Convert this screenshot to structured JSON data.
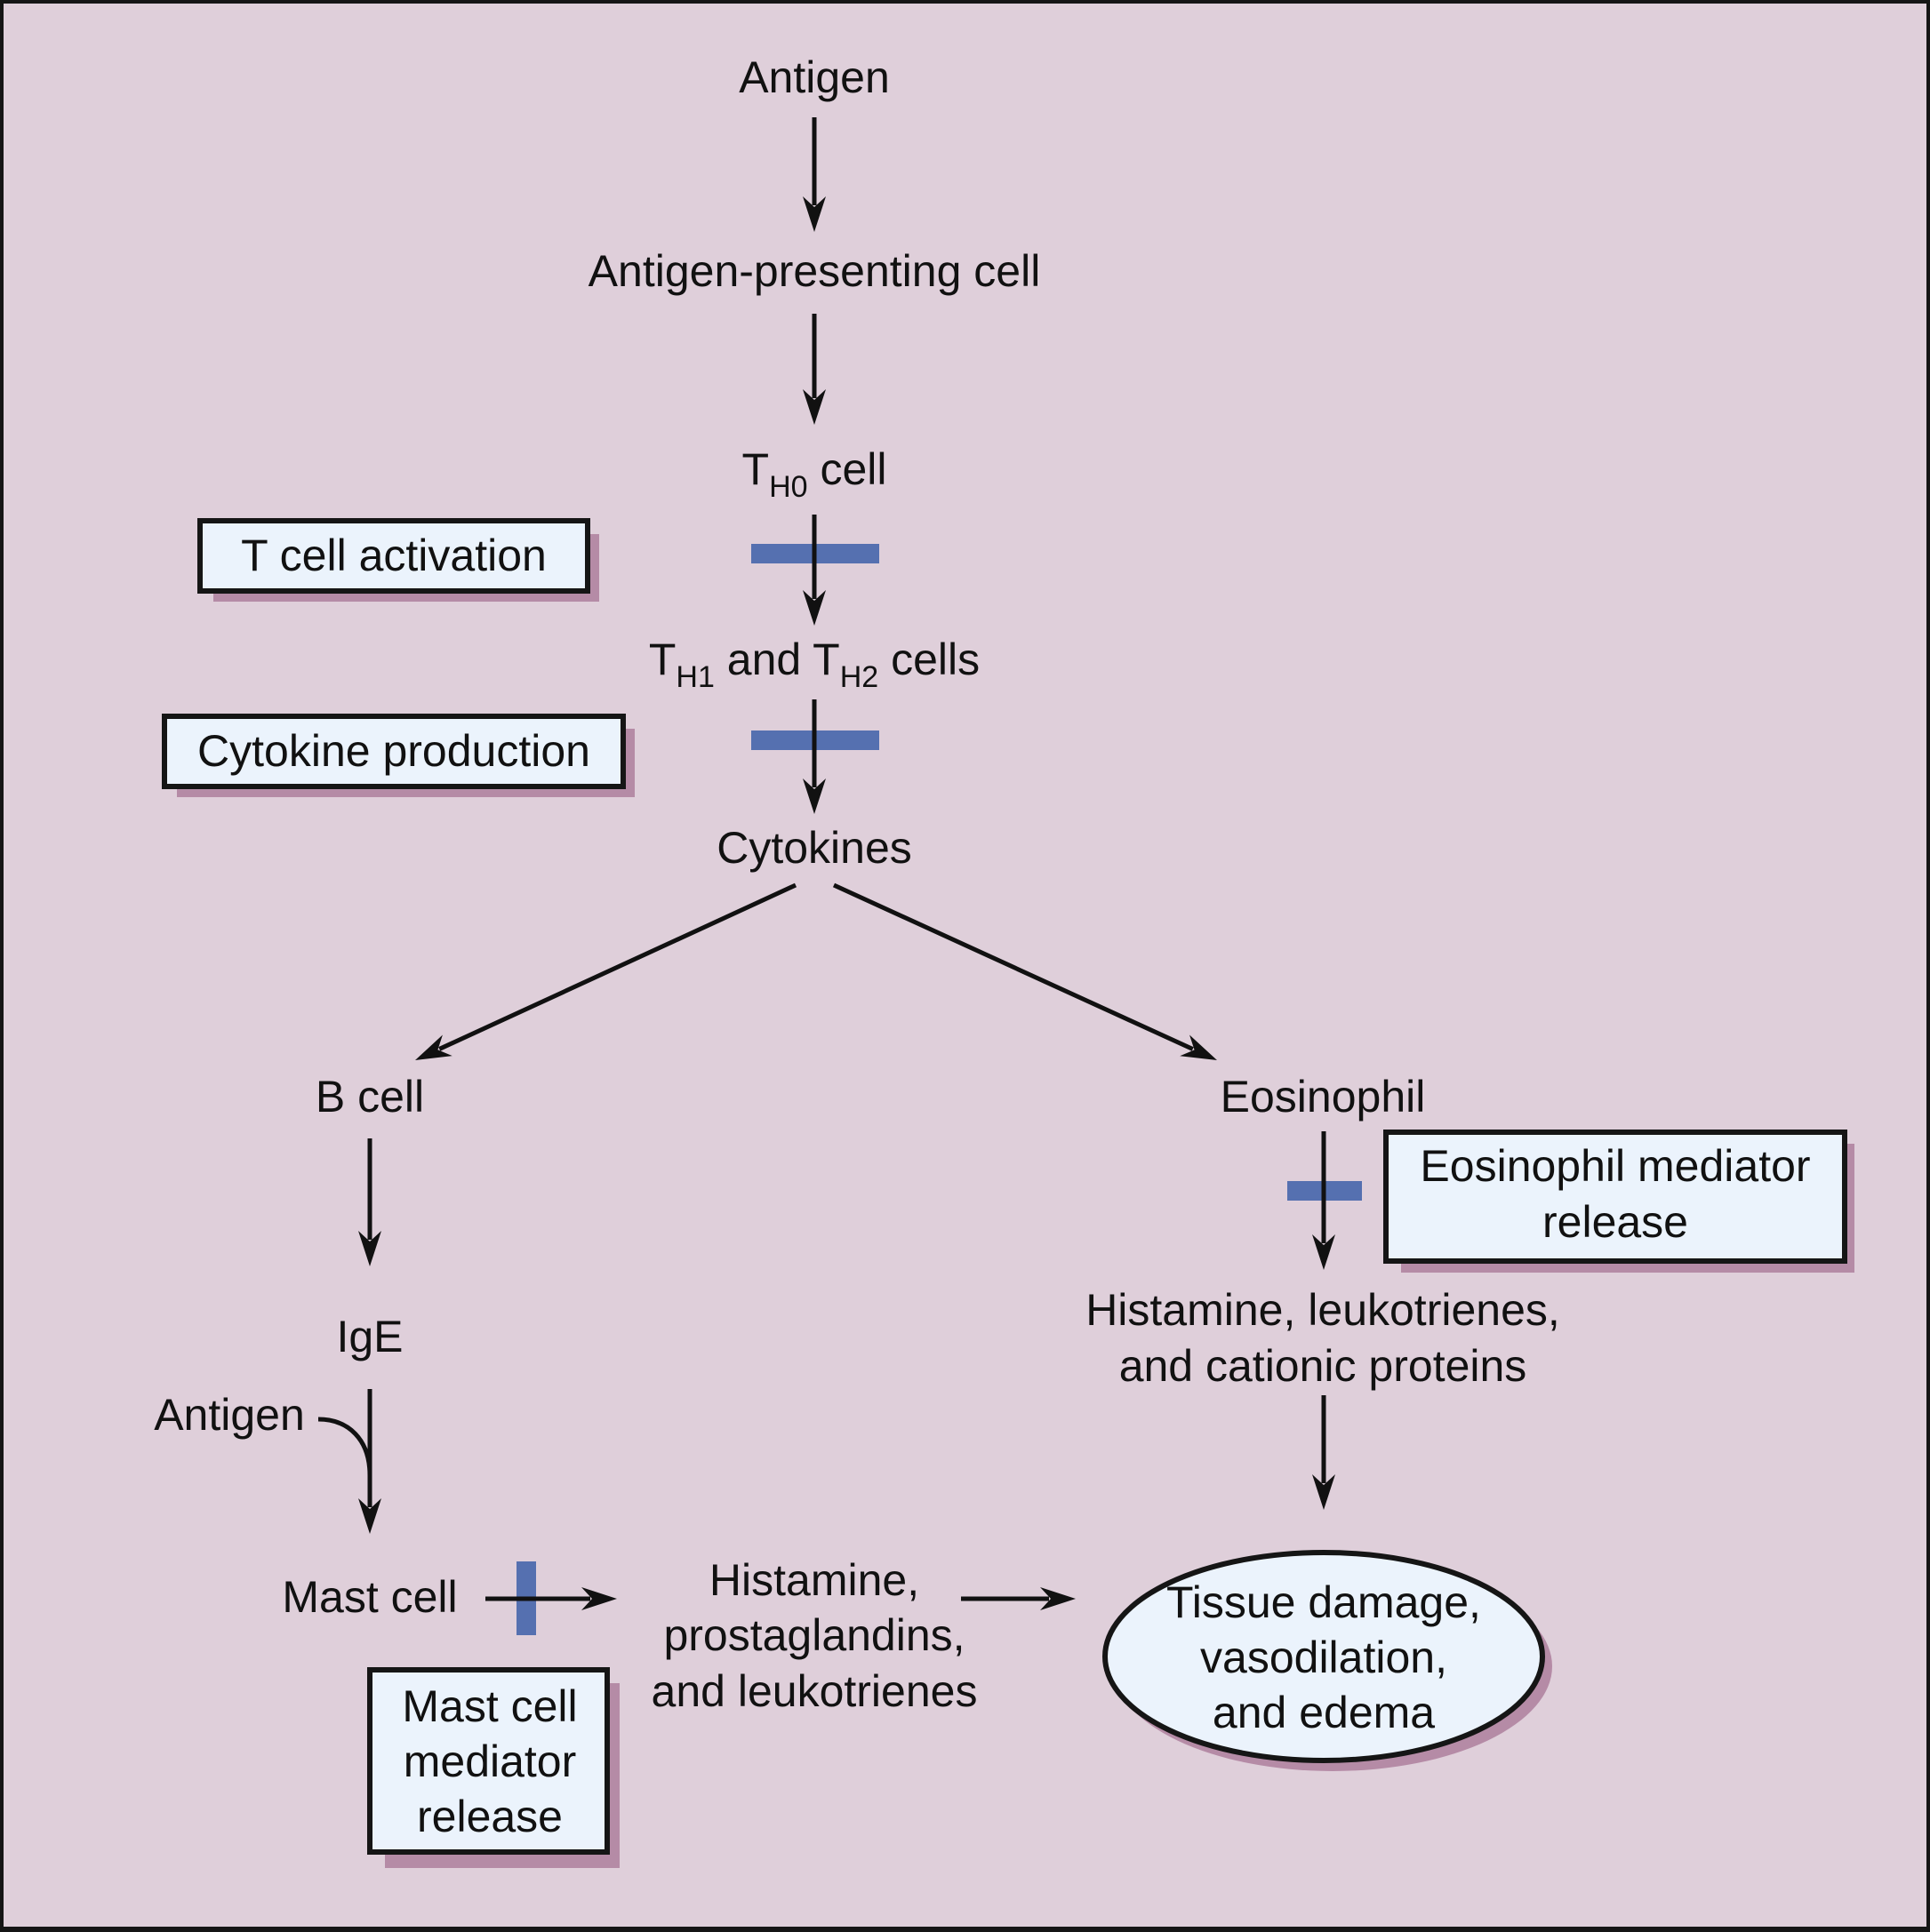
{
  "colors": {
    "background": "#DFCFDA",
    "frame": "#151515",
    "box_fill": "#EBF3FC",
    "box_shadow": "#B58BA6",
    "inhibit_bar": "#5570B0",
    "ink": "#111111"
  },
  "nodes": {
    "antigen_top": "Antigen",
    "apc": "Antigen-presenting cell",
    "th0": {
      "main": "T",
      "sub": "H0",
      "rest": " cell"
    },
    "th1_th2": {
      "t1": "T",
      "sub1": "H1",
      "mid": " and T",
      "sub2": "H2",
      "rest": " cells"
    },
    "cytokines": "Cytokines",
    "b_cell": "B cell",
    "eosinophil": "Eosinophil",
    "ige": "IgE",
    "antigen_side": "Antigen",
    "mast_cell": "Mast cell",
    "eos_mediators": [
      "Histamine, leukotrienes,",
      "and cationic proteins"
    ],
    "mast_mediators": [
      "Histamine,",
      "prostaglandins,",
      "and leukotrienes"
    ],
    "outcome": [
      "Tissue damage,",
      "vasodilation,",
      "and edema"
    ]
  },
  "boxes": {
    "t_cell_activation": [
      "T cell activation"
    ],
    "cytokine_production": [
      "Cytokine production"
    ],
    "eosinophil_mediator_release": [
      "Eosinophil mediator",
      "release"
    ],
    "mast_cell_mediator_release": [
      "Mast cell",
      "mediator",
      "release"
    ]
  }
}
